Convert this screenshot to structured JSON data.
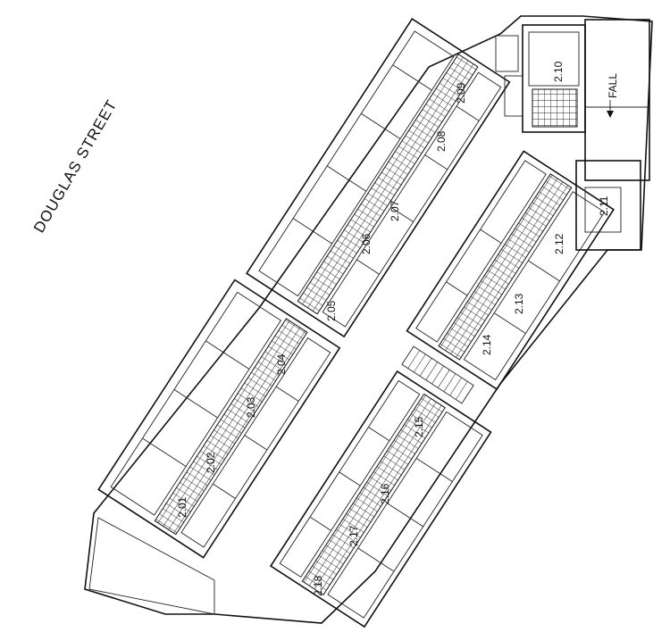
{
  "street": {
    "name": "DOUGLAS STREET"
  },
  "fall_label": "FALL",
  "rooms": [
    {
      "id": "2.01"
    },
    {
      "id": "2.02"
    },
    {
      "id": "2.03"
    },
    {
      "id": "2.04"
    },
    {
      "id": "2.05"
    },
    {
      "id": "2.06"
    },
    {
      "id": "2.07"
    },
    {
      "id": "2.08"
    },
    {
      "id": "2.09"
    },
    {
      "id": "2.10"
    },
    {
      "id": "2.11"
    },
    {
      "id": "2.12"
    },
    {
      "id": "2.13"
    },
    {
      "id": "2.14"
    },
    {
      "id": "2.15"
    },
    {
      "id": "2.16"
    },
    {
      "id": "2.17"
    },
    {
      "id": "2.18"
    }
  ]
}
